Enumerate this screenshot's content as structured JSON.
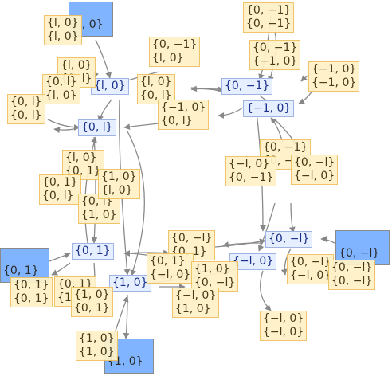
{
  "graph": {
    "terminals": [
      {
        "id": "t1",
        "text": "{l, 0}"
      },
      {
        "id": "t2",
        "text": "{0, 1}"
      },
      {
        "id": "t3",
        "text": "{1, 0}"
      },
      {
        "id": "t4",
        "text": "{0, −l}"
      }
    ],
    "states": [
      {
        "id": "s1",
        "text": "{l, 0}"
      },
      {
        "id": "s2",
        "text": "{0, −1}"
      },
      {
        "id": "s3",
        "text": "{0, l}"
      },
      {
        "id": "s4",
        "text": "{−1, 0}"
      },
      {
        "id": "s5",
        "text": "{0, 1}"
      },
      {
        "id": "s6",
        "text": "{0, −l}"
      },
      {
        "id": "s7",
        "text": "{1, 0}"
      },
      {
        "id": "s8",
        "text": "{−l, 0}"
      }
    ],
    "edge_labels": [
      {
        "id": "e1",
        "lines": [
          "{l, 0}",
          "{l, 0}"
        ]
      },
      {
        "id": "e2",
        "lines": [
          "{0, −1}",
          "{0, −1}"
        ]
      },
      {
        "id": "e3",
        "lines": [
          "{0, −1}",
          "{l, 0}"
        ]
      },
      {
        "id": "e4",
        "lines": [
          "{0, −1}",
          "{−1, 0}"
        ]
      },
      {
        "id": "e5",
        "lines": [
          "{−1, 0}",
          "{−1, 0}"
        ]
      },
      {
        "id": "e6",
        "lines": [
          "{l, 0}",
          "{0, l}"
        ]
      },
      {
        "id": "e7",
        "lines": [
          "{0, l}",
          "{l, 0}"
        ]
      },
      {
        "id": "e8",
        "lines": [
          "{0, l}",
          "{0, l}"
        ]
      },
      {
        "id": "e9",
        "lines": [
          "{l, 0}",
          "{0, l}"
        ]
      },
      {
        "id": "e10",
        "lines": [
          "{−1, 0}",
          "{0, l}"
        ]
      },
      {
        "id": "e11",
        "lines": [
          "{l, 0}",
          "{0, 1}"
        ]
      },
      {
        "id": "e12",
        "lines": [
          "{0, 1}",
          "{0, l}"
        ]
      },
      {
        "id": "e13",
        "lines": [
          "{0, l}",
          "{1, 0}"
        ]
      },
      {
        "id": "e14",
        "lines": [
          "{1, 0}",
          "{l, 0}"
        ]
      },
      {
        "id": "e15",
        "lines": [
          "{0, −1}",
          "{0, −1}"
        ]
      },
      {
        "id": "e16",
        "lines": [
          "{−l, 0}",
          "{0, −1}"
        ]
      },
      {
        "id": "e17",
        "lines": [
          "{0, −l}",
          "{−l, 0}"
        ]
      },
      {
        "id": "e18",
        "lines": [
          "{0, −l}",
          "{0, 1}"
        ]
      },
      {
        "id": "e19",
        "lines": [
          "{0, 1}",
          "{−l, 0}"
        ]
      },
      {
        "id": "e20",
        "lines": [
          "{1, 0}",
          "{0, −l}"
        ]
      },
      {
        "id": "e21",
        "lines": [
          "{0, −l}",
          "{−l, 0}"
        ]
      },
      {
        "id": "e22",
        "lines": [
          "{0, −l}",
          "{0, −l}"
        ]
      },
      {
        "id": "e23",
        "lines": [
          "{0, 1}",
          "{0, 1}"
        ]
      },
      {
        "id": "e24",
        "lines": [
          "{0, 1}",
          "{1, 0}"
        ]
      },
      {
        "id": "e25",
        "lines": [
          "{1, 0}",
          "{0, 1}"
        ]
      },
      {
        "id": "e26",
        "lines": [
          "{−l, 0}",
          "{1, 0}"
        ]
      },
      {
        "id": "e27",
        "lines": [
          "{1, 0}",
          "{1, 0}"
        ]
      },
      {
        "id": "e28",
        "lines": [
          "{−l, 0}",
          "{−l, 0}"
        ]
      }
    ]
  }
}
